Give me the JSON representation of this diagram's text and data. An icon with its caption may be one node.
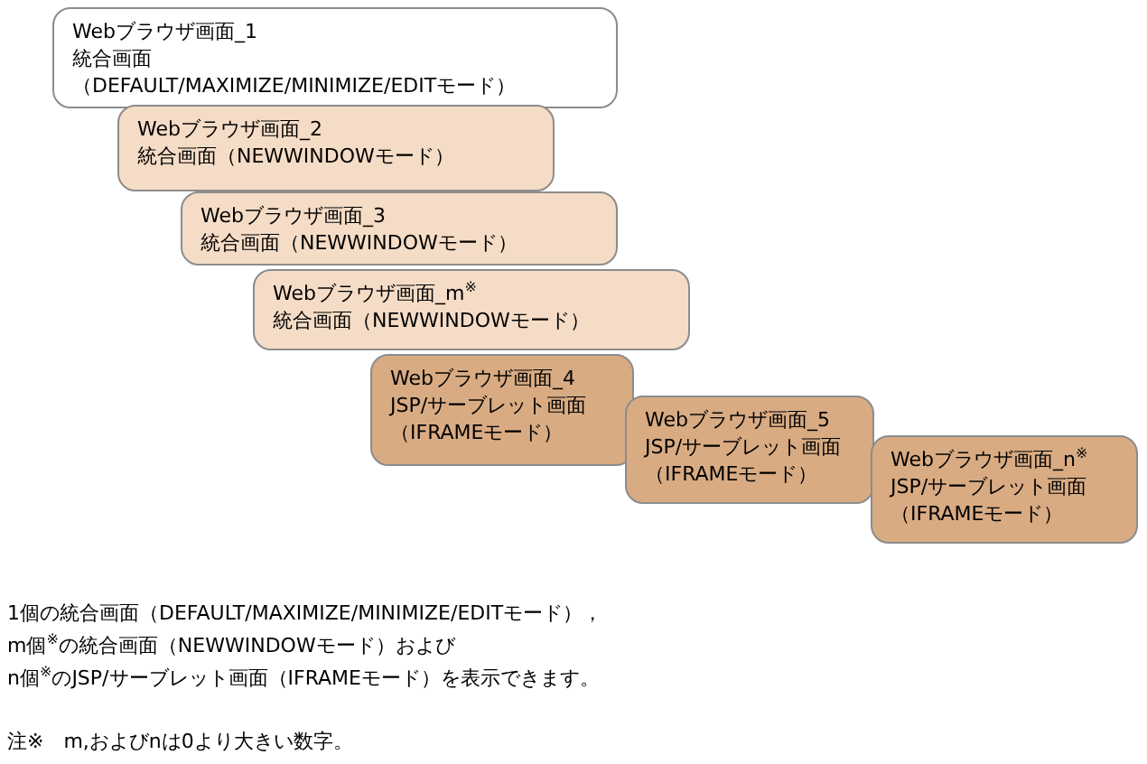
{
  "diagram": {
    "nodes": [
      {
        "text": [
          "Webブラウザ画面_1",
          "統合画面",
          "（DEFAULT/MAXIMIZE/MINIMIZE/EDITモード）"
        ]
      },
      {
        "text": [
          "Webブラウザ画面_2",
          "統合画面（NEWWINDOWモード）"
        ]
      },
      {
        "text": [
          "Webブラウザ画面_3",
          "統合画面（NEWWINDOWモード）"
        ]
      },
      {
        "text": [
          "Webブラウザ画面_m$^{※}$",
          "統合画面（NEWWINDOWモード）"
        ]
      },
      {
        "text": [
          "Webブラウザ画面_4",
          "JSP/サーブレット画面",
          "（IFRAMEモード）"
        ]
      },
      {
        "text": [
          "Webブラウザ画面_5",
          "JSP/サーブレット画面",
          "（IFRAMEモード）"
        ]
      },
      {
        "text": [
          "Webブラウザ画面_n$^{※}$",
          "JSP/サーブレット画面",
          "（IFRAMEモード）"
        ]
      }
    ],
    "labels": [
      "1個の統合画面（DEFAULT/MAXIMIZE/MINIMIZE/EDITモード），",
      "m個$^{※}$の統合画面（NEWWINDOWモード）および",
      "n個$^{※}$のJSP/サーブレット画面（IFRAMEモード）を表示できます。",
      "注※　m,およびnは0より大きい数字。"
    ]
  }
}
